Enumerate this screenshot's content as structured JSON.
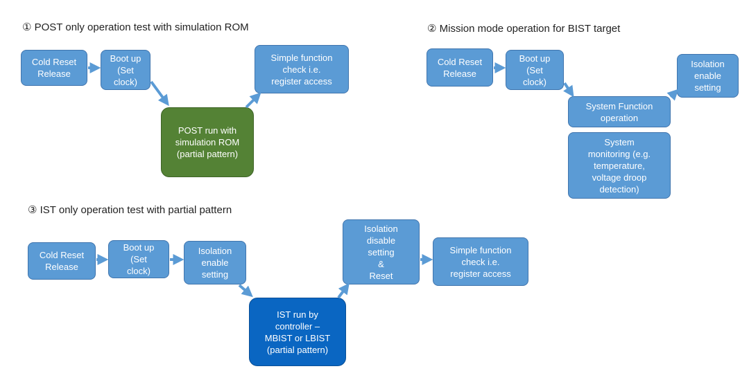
{
  "sections": [
    {
      "title": "① POST only operation test with simulation ROM",
      "nodes": [
        {
          "id": "s1-cold",
          "text": "Cold Reset\nRelease"
        },
        {
          "id": "s1-boot",
          "text": "Boot up\n(Set\nclock)"
        },
        {
          "id": "s1-post",
          "text": "POST run with\nsimulation ROM\n(partial pattern)"
        },
        {
          "id": "s1-check",
          "text": "Simple function\ncheck i.e.\nregister access"
        }
      ]
    },
    {
      "title": "② Mission mode operation for BIST target",
      "nodes": [
        {
          "id": "s2-cold",
          "text": "Cold Reset\nRelease"
        },
        {
          "id": "s2-boot",
          "text": "Boot up\n(Set\nclock)"
        },
        {
          "id": "s2-sysfunc",
          "text": "System Function\noperation"
        },
        {
          "id": "s2-iso",
          "text": "Isolation\nenable\nsetting"
        },
        {
          "id": "s2-monitor",
          "text": "System\nmonitoring (e.g.\ntemperature,\nvoltage droop\ndetection)"
        }
      ]
    },
    {
      "title": "③ IST only operation test with partial pattern",
      "nodes": [
        {
          "id": "s3-cold",
          "text": "Cold Reset\nRelease"
        },
        {
          "id": "s3-boot",
          "text": "Boot up\n(Set\nclock)"
        },
        {
          "id": "s3-iso-en",
          "text": "Isolation\nenable\nsetting"
        },
        {
          "id": "s3-ist",
          "text": "IST run by\ncontroller –\nMBIST or LBIST\n(partial pattern)"
        },
        {
          "id": "s3-iso-dis",
          "text": "Isolation\ndisable\nsetting\n&\nReset"
        },
        {
          "id": "s3-check",
          "text": "Simple function\ncheck i.e.\nregister access"
        }
      ]
    }
  ],
  "colors": {
    "standard_box": "#5b9bd5",
    "post_box": "#548235",
    "ist_box": "#0a66c2",
    "arrow": "#5b9bd5"
  }
}
